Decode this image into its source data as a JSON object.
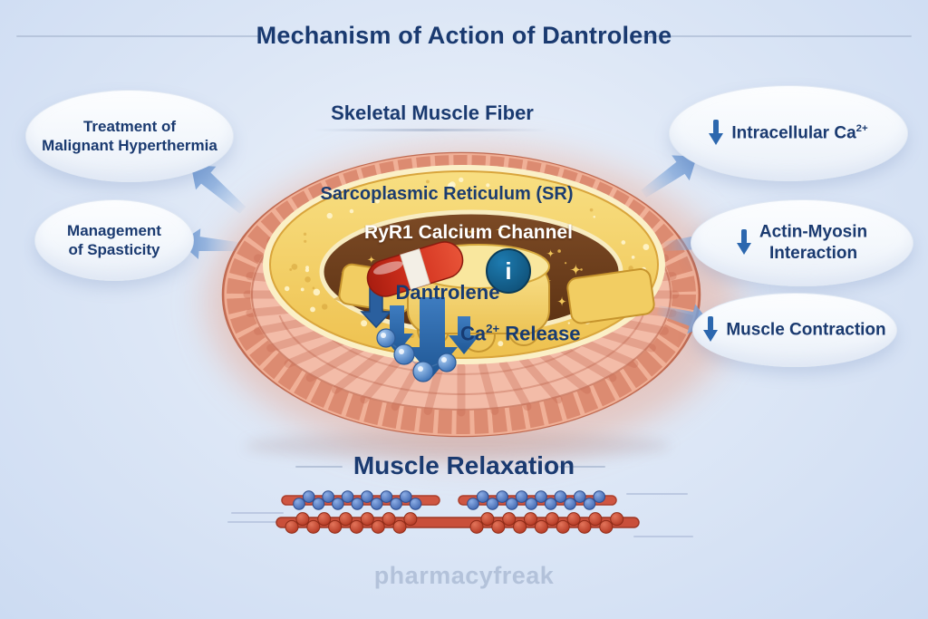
{
  "header": {
    "title": "Mechanism of Action of Dantrolene"
  },
  "fiber": {
    "label": "Skeletal Muscle Fiber",
    "sr_label": "Sarcoplasmic Reticulum (SR)",
    "ryr1_label": "RyR1 Calcium Channel",
    "drug_label": "Dantrolene",
    "info_glyph": "i",
    "ca_release": {
      "element": "Ca",
      "charge": "2+",
      "suffix": " Release"
    }
  },
  "indications": [
    {
      "line1": "Treatment of",
      "line2": "Malignant Hyperthermia"
    },
    {
      "line1": "Management",
      "line2": "of Spasticity"
    }
  ],
  "effects": [
    {
      "icon": "down-arrow-icon",
      "line1_pre": "Intracellular Ca",
      "line1_sup": "2+",
      "line2": ""
    },
    {
      "icon": "down-arrow-icon",
      "line1_pre": "Actin-Myosin",
      "line1_sup": "",
      "line2": "Interaction"
    },
    {
      "icon": "down-arrow-icon",
      "line1_pre": "Muscle Contraction",
      "line1_sup": "",
      "line2": ""
    }
  ],
  "outcome": {
    "label": "Muscle Relaxation"
  },
  "watermark": "pharmacyfreak",
  "colors": {
    "background": "#dde7f6",
    "heading_text": "#1a3a70",
    "bubble_fill": "#f6f9fd",
    "soft_arrow_blue": "#7fa6d8",
    "deep_arrow_blue": "#2c67ae",
    "muscle_outer_pink": "#eda086",
    "muscle_rim": "#c06b52",
    "sr_yellow": "#f5d468",
    "sr_lumen_brown": "#6f3c1c",
    "capsule_red": "#d1301d",
    "calcium_ion_blue": "#4a80c4",
    "info_badge_blue": "#135a80",
    "actin_blue": "#4a72c0",
    "myosin_red": "#c2402e",
    "watermark_gray": "#b3c2da"
  }
}
